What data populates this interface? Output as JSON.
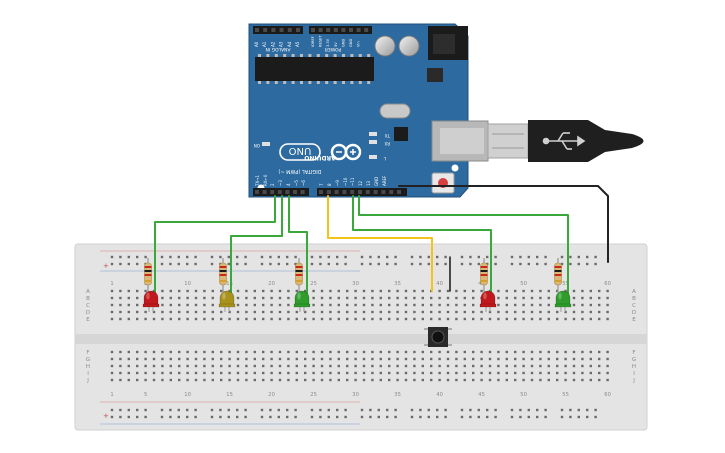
{
  "arduino": {
    "brand": "ARDUINO",
    "model": "UNO",
    "digital_label": "DIGITAL (PWM ~)",
    "analog_label": "ANALOG IN",
    "power_label": "POWER",
    "on_label": "ON",
    "tx_label": "TX",
    "rx_label": "RX",
    "l_label": "L",
    "aref_label": "AREF",
    "gnd_label": "GND",
    "digital_pins": [
      "TX→1",
      "RX←0",
      "2",
      "~3",
      "4",
      "~5",
      "~6",
      "7",
      "8",
      "~9",
      "~10",
      "~11",
      "12",
      "13"
    ],
    "analog_pins": [
      "A0",
      "A1",
      "A2",
      "A3",
      "A4",
      "A5"
    ],
    "power_pins": [
      "IOREF",
      "RESET",
      "3.3V",
      "5V",
      "GND",
      "GND",
      "Vin"
    ]
  },
  "breadboard": {
    "column_numbers": [
      "1",
      "5",
      "10",
      "15",
      "20",
      "25",
      "30",
      "35",
      "40",
      "45",
      "50",
      "55",
      "60"
    ],
    "rows_top": [
      "A",
      "B",
      "C",
      "D",
      "E"
    ],
    "rows_bottom": [
      "F",
      "G",
      "H",
      "I",
      "J"
    ],
    "rail_plus": "+",
    "rail_minus": "-"
  },
  "components": {
    "leds": [
      {
        "color": "red"
      },
      {
        "color": "yellow"
      },
      {
        "color": "green"
      },
      {
        "color": "red"
      },
      {
        "color": "green"
      }
    ],
    "resistor_count": 5,
    "pushbutton_count": 1
  },
  "colors": {
    "board": "#2c6aa0",
    "breadboard": "#e4e4e4",
    "wire_green": "#3aa83a",
    "wire_yellow": "#f2c318",
    "wire_black": "#222222",
    "led_red": "#c0181c",
    "led_yellow": "#a8921c",
    "led_green": "#2f9c2c"
  }
}
